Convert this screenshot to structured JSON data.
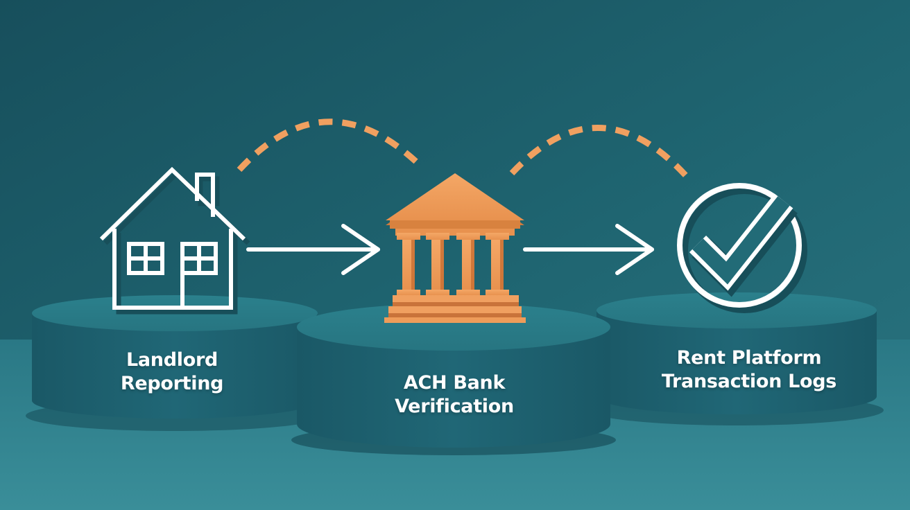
{
  "steps": [
    {
      "line1": "Landlord",
      "line2": "Reporting",
      "icon": "house-icon"
    },
    {
      "line1": "ACH Bank",
      "line2": "Verification",
      "icon": "bank-icon"
    },
    {
      "line1": "Rent Platform",
      "line2": "Transaction Logs",
      "icon": "check-circle-icon"
    }
  ],
  "colors": {
    "background": "#1f6470",
    "pedestal_top": "#2a7d8a",
    "pedestal_side": "#1c5e6a",
    "accent_orange": "#f0a060",
    "outline_white": "#ffffff"
  }
}
